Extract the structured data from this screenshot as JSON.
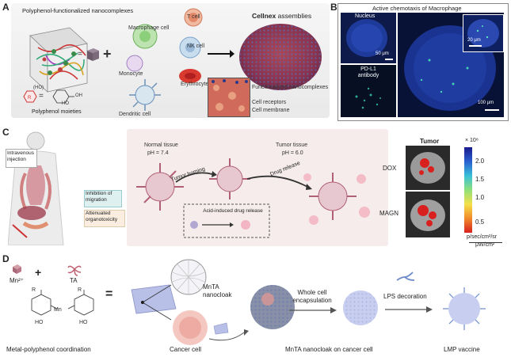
{
  "panels": {
    "a": "A",
    "b": "B",
    "c": "C",
    "d": "D"
  },
  "panel_a": {
    "nanocomplex_label": "Polyphenol-functionalized nanocomplexes",
    "polyphenol_label": "Polyphenol moieties",
    "cells": {
      "t_cell": "T cell",
      "macrophage": "Macrophage cell",
      "nk_cell": "NK cell",
      "monocyte": "Monocyte",
      "erythrocytes": "Erythrocytes",
      "dendritic": "Dendritic cell"
    },
    "assembly_title_bold": "Cellnex",
    "assembly_title_rest": " assemblies",
    "legend": {
      "functionalized": "Functionalized nanocomplexes",
      "receptors": "Cell receptors",
      "membrane": "Cell membrane"
    },
    "chem": {
      "ho": "(HO)",
      "oh": "OH",
      "ho2": "HO"
    }
  },
  "panel_b": {
    "title": "Active chemotaxis of Macrophage",
    "nucleus": "Nucleus",
    "pdl1": "PD-L1 antibody",
    "scale_50": "50 μm",
    "scale_20": "20 μm",
    "scale_100": "100 μm"
  },
  "panel_c": {
    "iv": "Intravenous injection",
    "inhibition": "Inhibition of migration",
    "attenuated": "Attenuated organotoxicity",
    "normal_tissue": "Normal tissue",
    "normal_ph": "pH = 7.4",
    "tumor_tissue": "Tumor tissue",
    "tumor_ph": "pH = 6.0",
    "homing": "Tumor homing",
    "release": "Drug release",
    "acid": "Acid-induced drug release",
    "tumor_title": "Tumor",
    "dox": "DOX",
    "magn": "MAGN",
    "colorbar": {
      "exp": "× 10⁸",
      "ticks": [
        "2.0",
        "1.5",
        "1.0",
        "0.5"
      ],
      "unit_top": "p/sec/cm²/sr",
      "unit_bottom": "μW/cm²",
      "colors": [
        "#1a1a8c",
        "#2a5fd0",
        "#38c0d8",
        "#8fe07a",
        "#f4e04a",
        "#f08a2a",
        "#d8201e"
      ]
    }
  },
  "panel_d": {
    "mn": "Mn²⁺",
    "ta": "TA",
    "plus": "+",
    "equals": "=",
    "chem_r1": "R",
    "chem_r2": "R",
    "chem_mn": "Mn",
    "chem_ho1": "HO",
    "chem_ho2": "HO",
    "nanocloak": "MnTA nanocloak",
    "whole_cell": "Whole cell encapsulation",
    "lps": "LPS decoration",
    "coordination": "Metal-polyphenol coordination",
    "cancer_cell": "Cancer cell",
    "mnta_on_cell": "MnTA nanocloak on cancer cell",
    "lmp": "LMP vaccine"
  }
}
